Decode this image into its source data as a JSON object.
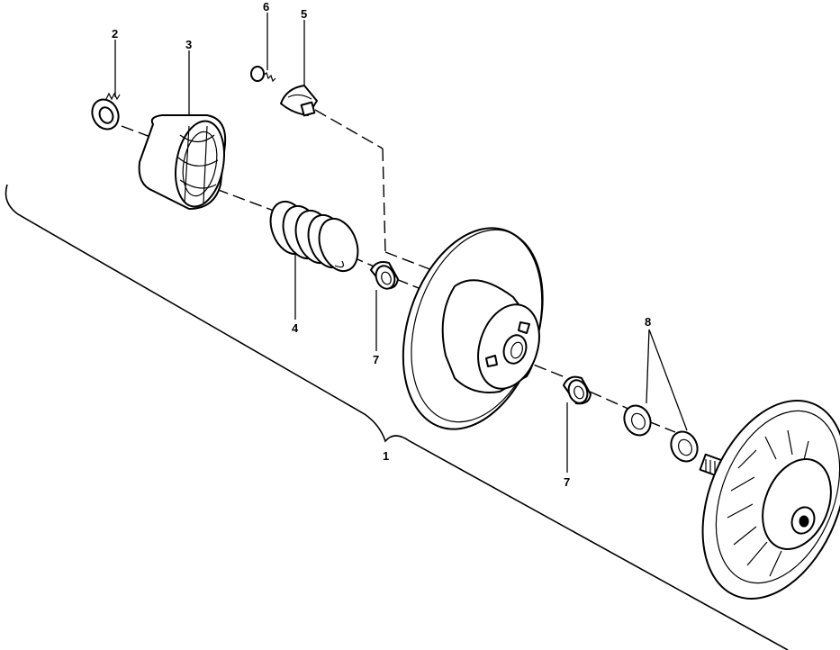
{
  "callouts": {
    "c1": "1",
    "c2": "2",
    "c3": "3",
    "c4": "4",
    "c5": "5",
    "c6": "6",
    "c7a": "7",
    "c7b": "7",
    "c8": "8"
  }
}
